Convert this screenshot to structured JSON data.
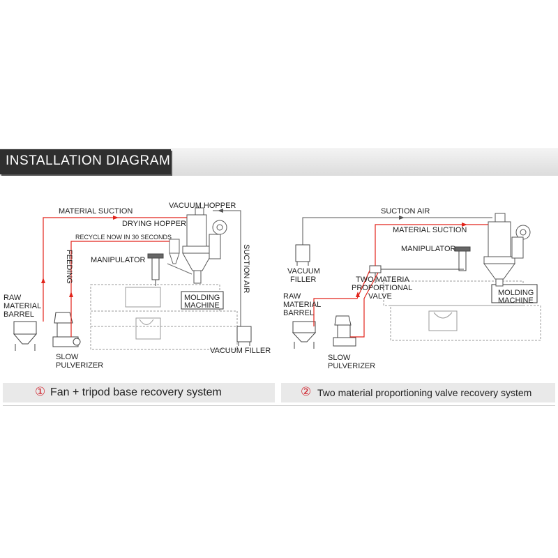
{
  "header": {
    "title": "INSTALLATION DIAGRAM"
  },
  "diagram1": {
    "labels": {
      "material_suction": "MATERIAL SUCTION",
      "vacuum_hopper": "VACUUM HOPPER",
      "drying_hopper": "DRYING HOPPER",
      "recycle": "RECYCLE NOW IN 30 SECONDS",
      "feeding": "FEEDING",
      "manipulator": "MANIPULATOR",
      "suction_air": "SUCTION AIR",
      "molding_machine_1": "MOLDING",
      "molding_machine_2": "MACHINE",
      "raw_1": "RAW",
      "raw_2": "MATERIAL",
      "raw_3": "BARREL",
      "slow_1": "SLOW",
      "slow_2": "PULVERIZER",
      "vacuum_filler": "VACUUM FILLER"
    },
    "caption": {
      "number": "①",
      "text": "Fan + tripod base recovery system"
    }
  },
  "diagram2": {
    "labels": {
      "suction_air": "SUCTION AIR",
      "material_suction": "MATERIAL SUCTION",
      "manipulator": "MANIPULATOR",
      "vacuum_1": "VACUUM",
      "vacuum_2": "FILLER",
      "valve_1": "TWO MATERIA",
      "valve_2": "PROPORTIONAL",
      "valve_3": "VALVE",
      "raw_1": "RAW",
      "raw_2": "MATERIAL",
      "raw_3": "BARREL",
      "molding_1": "MOLDING",
      "molding_2": "MACHINE",
      "slow_1": "SLOW",
      "slow_2": "PULVERIZER"
    },
    "caption": {
      "number": "②",
      "text": "Two material proportioning valve recovery system"
    }
  },
  "colors": {
    "flow_line": "#e2231a",
    "suction_line": "#555555",
    "machine": "#888888"
  }
}
